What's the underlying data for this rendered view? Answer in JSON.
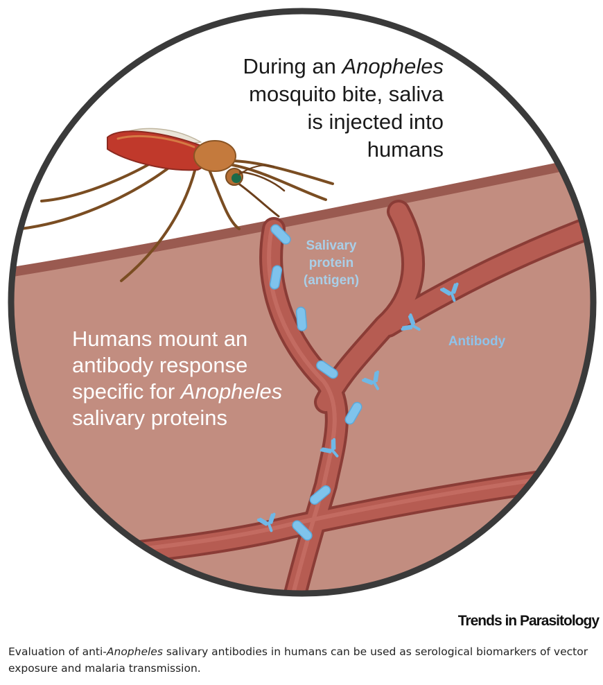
{
  "figure": {
    "top_text": {
      "line1_prefix": "During an ",
      "line1_italic": "Anopheles",
      "line2": "mosquito bite, saliva",
      "line3": "is injected into",
      "line4": "humans"
    },
    "middle_text": {
      "line1": "Humans mount an",
      "line2": "antibody response",
      "line3_prefix": "specific for ",
      "line3_italic": "Anopheles",
      "line4": "salivary proteins"
    },
    "labels": {
      "salivary_line1": "Salivary",
      "salivary_line2": "protein",
      "salivary_line3": "(antigen)",
      "antibody": "Antibody"
    },
    "colors": {
      "skin": "#c28d80",
      "skin_surface": "#9a5a50",
      "vessel": "#a95149",
      "antigen": "#7fc3ec",
      "antibody": "#6fb8e6",
      "ring": "#3a3a3a"
    }
  },
  "journal": "Trends in Parasitology",
  "caption": {
    "prefix": "Evaluation of anti-",
    "italic": "Anopheles",
    "suffix": " salivary antibodies in humans can be used as serological biomarkers of vector exposure and malaria transmission."
  }
}
